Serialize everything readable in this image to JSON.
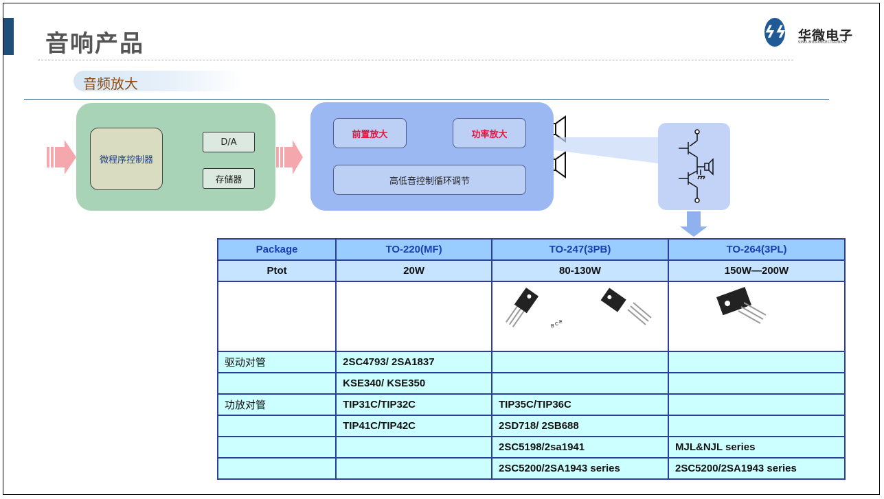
{
  "slide": {
    "title": "音响产品",
    "subtitle": "音频放大",
    "logo": {
      "brand": "华微电子",
      "tagline": "SINO-MICROELECTRONICS"
    }
  },
  "diagram": {
    "mcu": "微程序控制器",
    "da": "D/A",
    "memory": "存储器",
    "preamp": "前置放大",
    "power_amp": "功率放大",
    "tone_control": "高低音控制循环调节"
  },
  "table": {
    "headers": [
      "Package",
      "TO-220(MF)",
      "TO-247(3PB)",
      "TO-264(3PL)"
    ],
    "ptot": [
      "Ptot",
      "20W",
      "80-130W",
      "150W—200W"
    ],
    "rows": [
      [
        "驱动对管",
        "2SC4793/ 2SA1837",
        "",
        ""
      ],
      [
        "",
        "KSE340/ KSE350",
        "",
        ""
      ],
      [
        "功放对管",
        "TIP31C/TIP32C",
        "TIP35C/TIP36C",
        ""
      ],
      [
        "",
        "TIP41C/TIP42C",
        "2SD718/ 2SB688",
        ""
      ],
      [
        "",
        "",
        "2SC5198/2sa1941",
        "MJL&NJL  series"
      ],
      [
        "",
        "",
        "2SC5200/2SA1943 series",
        "2SC5200/2SA1943  series"
      ]
    ],
    "pin_labels": [
      "B",
      "C",
      "E"
    ]
  },
  "colors": {
    "accent": "#1f4e79",
    "table_border": "#2b3f9a",
    "table_cell": "#ccffff",
    "header": "#99ccff"
  }
}
